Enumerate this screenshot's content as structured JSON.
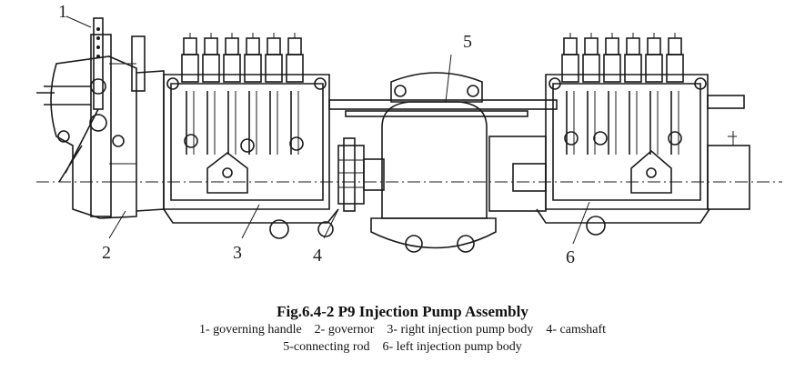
{
  "figure": {
    "title": "Fig.6.4-2    P9 Injection Pump Assembly",
    "legend_line_1": "1- governing handle    2- governor    3- right injection pump body    4- camshaft",
    "legend_line_2": "5-connecting rod    6- left injection pump body"
  },
  "callouts": {
    "c1": "1",
    "c2": "2",
    "c3": "3",
    "c4": "4",
    "c5": "5",
    "c6": "6"
  },
  "parts": {
    "governing_handle": "1- governing handle",
    "governor": "2- governor",
    "right_pump_body": "3- right injection pump body",
    "camshaft": "4- camshaft",
    "connecting_rod": "5-connecting rod",
    "left_pump_body": "6- left injection pump body"
  }
}
